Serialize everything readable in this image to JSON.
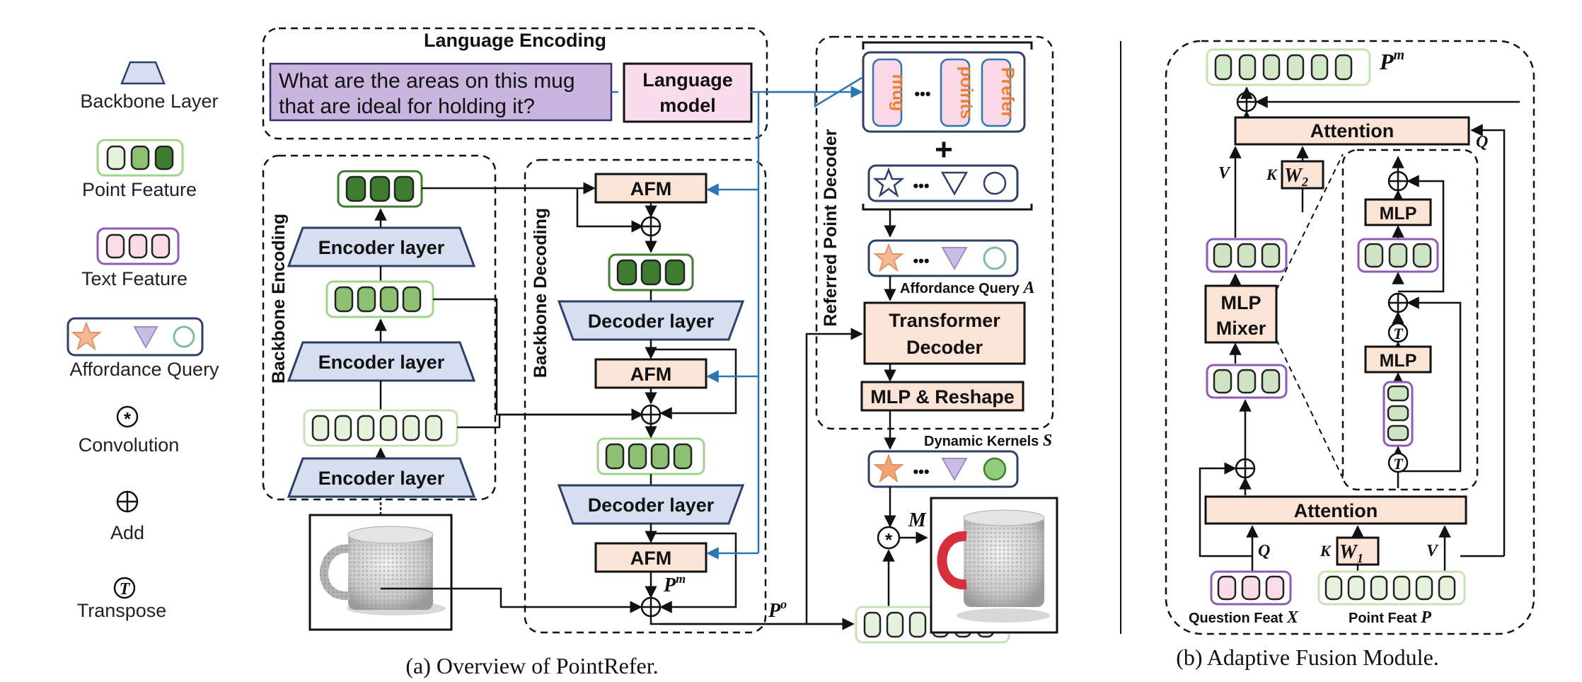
{
  "legend": {
    "backbone_layer": "Backbone Layer",
    "point_feature": "Point Feature",
    "text_feature": "Text Feature",
    "affordance_query": "Affordance Query",
    "convolution": "Convolution",
    "add": "Add",
    "transpose": "Transpose",
    "transpose_symbol": "T",
    "conv_symbol": "*"
  },
  "overview": {
    "language_encoding": "Language Encoding",
    "question_line1": "What are the areas on this mug",
    "question_line2": "that are ideal for holding it?",
    "language_model_line1": "Language",
    "language_model_line2": "model",
    "backbone_encoding": "Backbone Encoding",
    "backbone_decoding": "Backbone Decoding",
    "referred_point_decoder": "Referred Point Decoder",
    "encoder_layer": "Encoder layer",
    "decoder_layer": "Decoder layer",
    "afm": "AFM",
    "text_tokens": [
      "mug",
      "points",
      "Prefer"
    ],
    "dots": "•••",
    "plus": "+",
    "affordance_query_label": "Affordance Query ",
    "affordance_query_symbol": "A",
    "transformer_line1": "Transformer",
    "transformer_line2": "Decoder",
    "mlp_reshape": "MLP & Reshape",
    "dynamic_kernels_label": "Dynamic Kernels ",
    "dynamic_kernels_symbol": "S",
    "m_label": "M",
    "pm_label": "P",
    "pm_sup": "m",
    "po_label": "P",
    "po_sup": "o",
    "caption": "(a) Overview of PointRefer."
  },
  "afm_detail": {
    "pm_label": "P",
    "pm_sup": "m",
    "attention": "Attention",
    "v_label": "V",
    "k_label": "K",
    "q_label": "Q",
    "w2_label": "W",
    "w2_sub": "2",
    "w1_label": "W",
    "w1_sub": "1",
    "mlp_mixer_line1": "MLP",
    "mlp_mixer_line2": "Mixer",
    "mlp": "MLP",
    "question_feat": "Question Feat ",
    "question_feat_symbol": "X",
    "point_feat": "Point Feat ",
    "point_feat_symbol": "P",
    "caption": "(b) Adaptive Fusion Module."
  },
  "colors": {
    "backbone_fill": "#d5dff0",
    "backbone_stroke": "#2c3f66",
    "afm_fill": "#fbe3d6",
    "question_fill": "#c9b5de",
    "lm_fill": "#fbdcec",
    "token_fill": "#fbd8e6",
    "token_stroke": "#2e75b6",
    "token_text": "#ed7d31",
    "arrow_blue": "#2e75b6",
    "feat_dark": "#3e7d2f",
    "feat_mid": "#8cc171",
    "feat_light": "#e6f3dc",
    "feat_frame": "#9fd58a",
    "text_pink": "#f9dce8",
    "text_frame": "#8e5bb5",
    "query_star": "#f6b894",
    "query_tri": "#c9bde6",
    "query_circle": "#b8dfca",
    "kernel_star": "#f4a470",
    "kernel_circle": "#8fce7a",
    "mug_red": "#d6303a"
  }
}
